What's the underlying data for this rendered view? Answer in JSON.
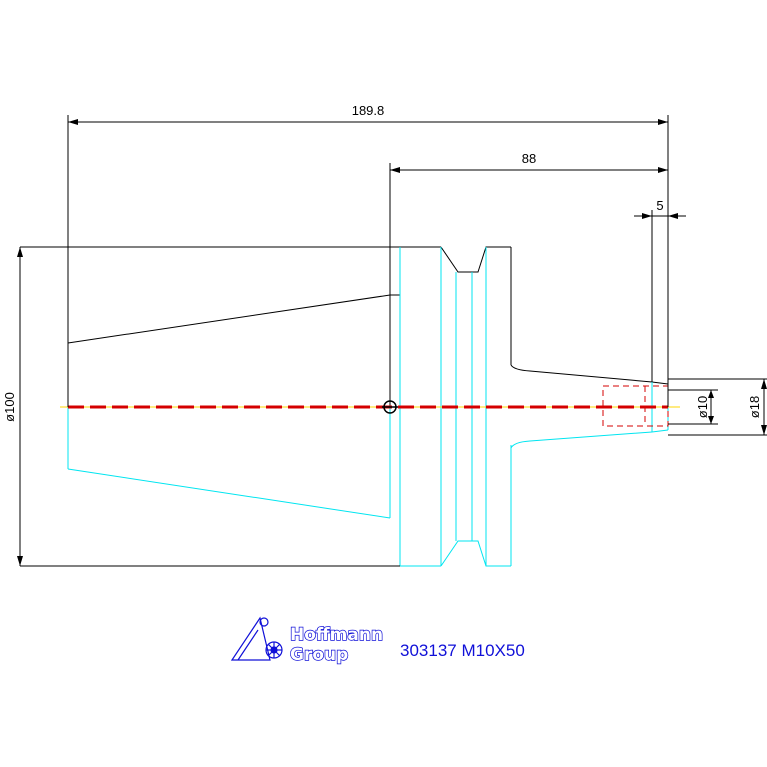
{
  "dimensions": {
    "overall_length": "189.8",
    "shank_length": "88",
    "collar_width": "5",
    "outer_diameter": "ø100",
    "bore_diameter": "ø10",
    "tip_diameter": "ø18"
  },
  "logo": {
    "line1": "Hoffmann",
    "line2": "Group"
  },
  "part_label": "303137 M10X50",
  "colors": {
    "outline": "#000000",
    "section": "#00e5f0",
    "centerline": "#d40000",
    "brand": "#1010d8"
  }
}
